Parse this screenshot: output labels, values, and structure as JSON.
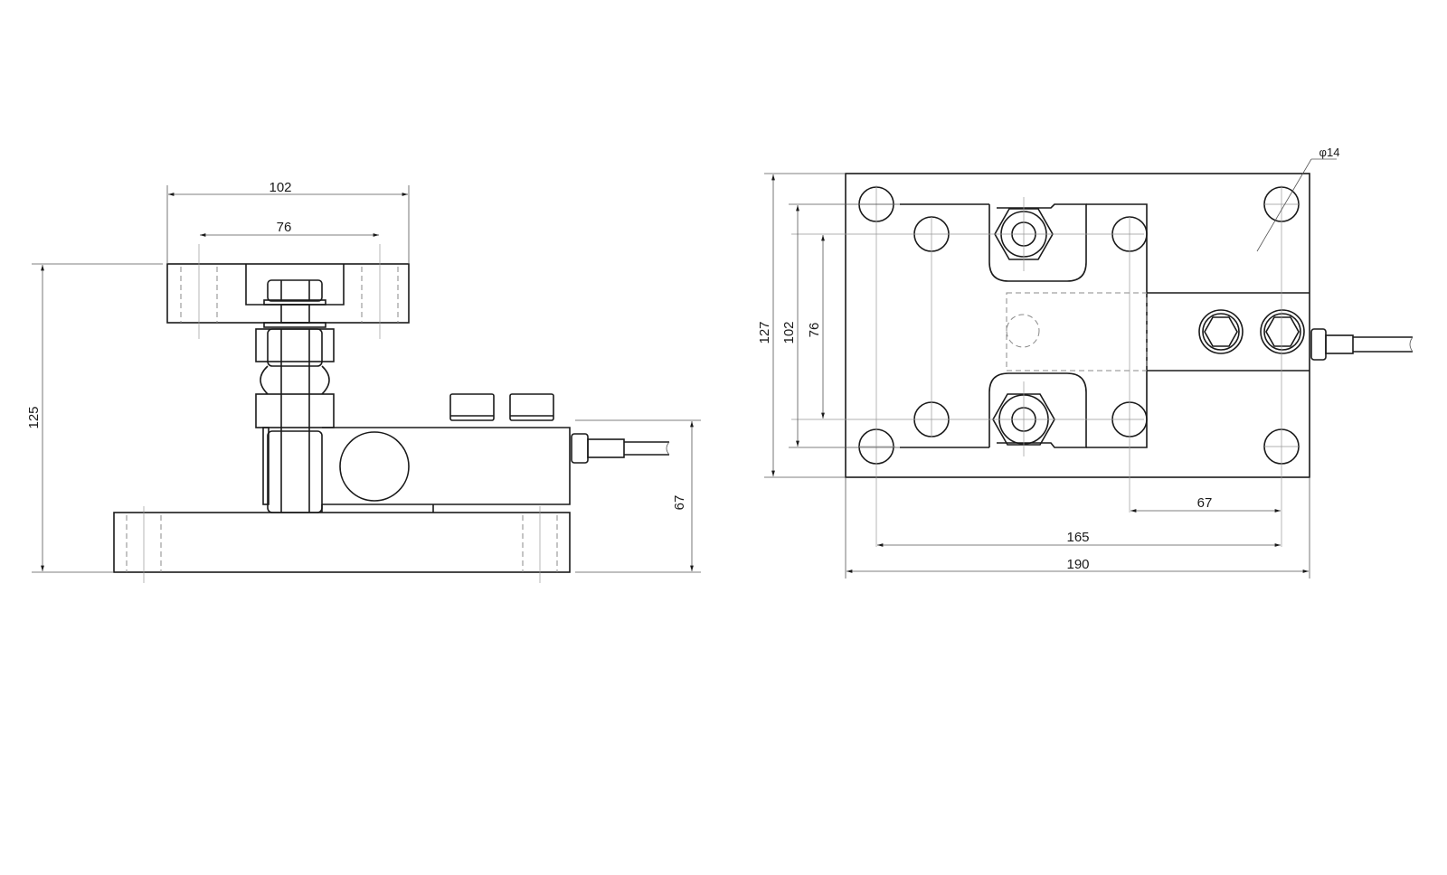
{
  "side_view": {
    "dims": {
      "top_width": "102",
      "bolt_spacing": "76",
      "total_height": "125",
      "cell_height": "67"
    }
  },
  "top_view": {
    "dims": {
      "plate_depth": "127",
      "inner_depth": "102",
      "bolt_spacing": "76",
      "hole_offset": "67",
      "hole_spacing": "165",
      "plate_width": "190",
      "hole_diameter": "φ14"
    }
  }
}
